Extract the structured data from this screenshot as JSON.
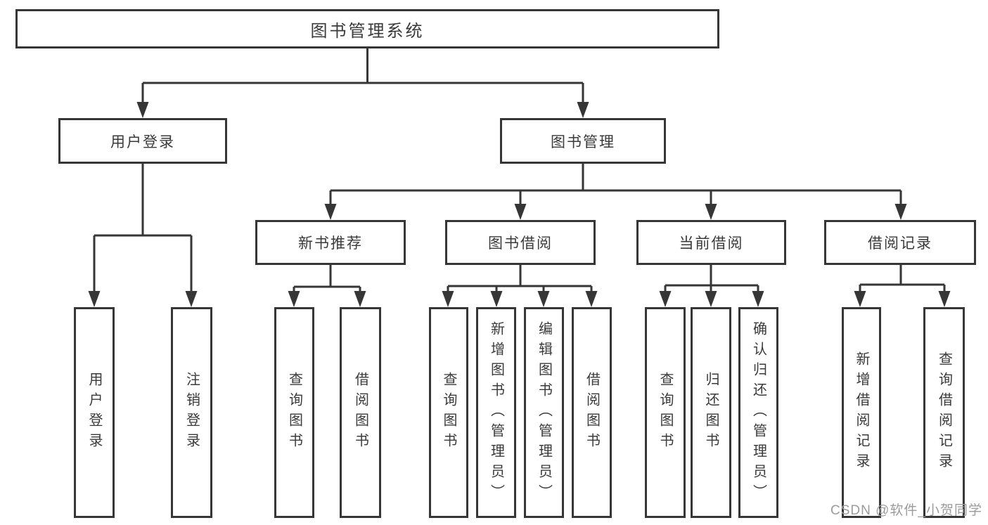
{
  "colors": {
    "line": "#363636",
    "text": "#3a3a3a",
    "watermark": "#9b9b9b",
    "background": "#ffffff"
  },
  "tree": {
    "root": {
      "label": "图书管理系统",
      "children": [
        {
          "label": "用户登录",
          "children": [
            {
              "label": "用户登录"
            },
            {
              "label": "注销登录"
            }
          ]
        },
        {
          "label": "图书管理",
          "children": [
            {
              "label": "新书推荐",
              "children": [
                {
                  "label": "查询图书"
                },
                {
                  "label": "借阅图书"
                }
              ]
            },
            {
              "label": "图书借阅",
              "children": [
                {
                  "label": "查询图书"
                },
                {
                  "label": "新增图书（管理员）"
                },
                {
                  "label": "编辑图书（管理员）"
                },
                {
                  "label": "借阅图书"
                }
              ]
            },
            {
              "label": "当前借阅",
              "children": [
                {
                  "label": "查询图书"
                },
                {
                  "label": "归还图书"
                },
                {
                  "label": "确认归还（管理员）"
                }
              ]
            },
            {
              "label": "借阅记录",
              "children": [
                {
                  "label": "新增借阅记录"
                },
                {
                  "label": "查询借阅记录"
                }
              ]
            }
          ]
        }
      ]
    }
  },
  "watermark": {
    "text": "CSDN @软件_小贺同学"
  }
}
